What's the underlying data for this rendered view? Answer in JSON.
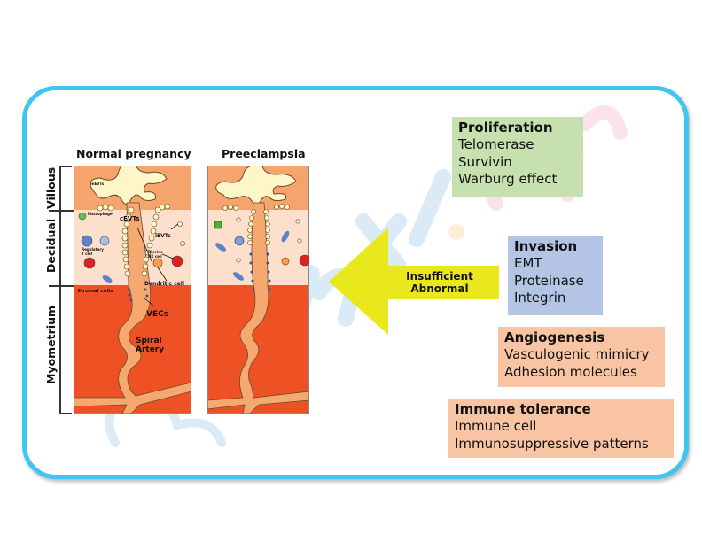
{
  "panels": {
    "normal": {
      "title": "Normal pregnancy"
    },
    "preeclampsia": {
      "title": "Preeclampsia"
    }
  },
  "layers": [
    {
      "label": "Villous"
    },
    {
      "label": "Decidual"
    },
    {
      "label": "Myometrium"
    }
  ],
  "annotations": {
    "eevts": "enEVTs",
    "macrophage": "Macrophage",
    "civts": "cEVTs",
    "ievts": "iEVTs",
    "treg": "Regulatory T cell",
    "unk": "Uterine NK cell",
    "dendritic": "Dendritic cell",
    "stromal": "Stromal cells",
    "vecs": "VECs",
    "spiral": "Spiral Artery"
  },
  "arrow": {
    "line1": "Insufficient",
    "line2": "Abnormal",
    "color": "#e8e81c"
  },
  "boxes": {
    "proliferation": {
      "title": "Proliferation",
      "items": [
        "Telomerase",
        "Survivin",
        "Warburg effect"
      ],
      "color": "#c6e0b0"
    },
    "invasion": {
      "title": "Invasion",
      "items": [
        "EMT",
        "Proteinase",
        "Integrin"
      ],
      "color": "#b4c4e4"
    },
    "angiogenesis": {
      "title": "Angiogenesis",
      "items": [
        "Vasculogenic mimicry",
        "Adhesion molecules"
      ],
      "color": "#f8c4a4"
    },
    "immune": {
      "title": "Immune tolerance",
      "items": [
        "Immune cell",
        "Immunosuppressive patterns"
      ],
      "color": "#f8c4a4"
    }
  },
  "colors": {
    "frame": "#3ec6f0",
    "villous": "#f4a46c",
    "decidual": "#fde0cc",
    "myometrium": "#ee5224",
    "villus": "#fdf6c8",
    "artery": "#f5a970"
  }
}
